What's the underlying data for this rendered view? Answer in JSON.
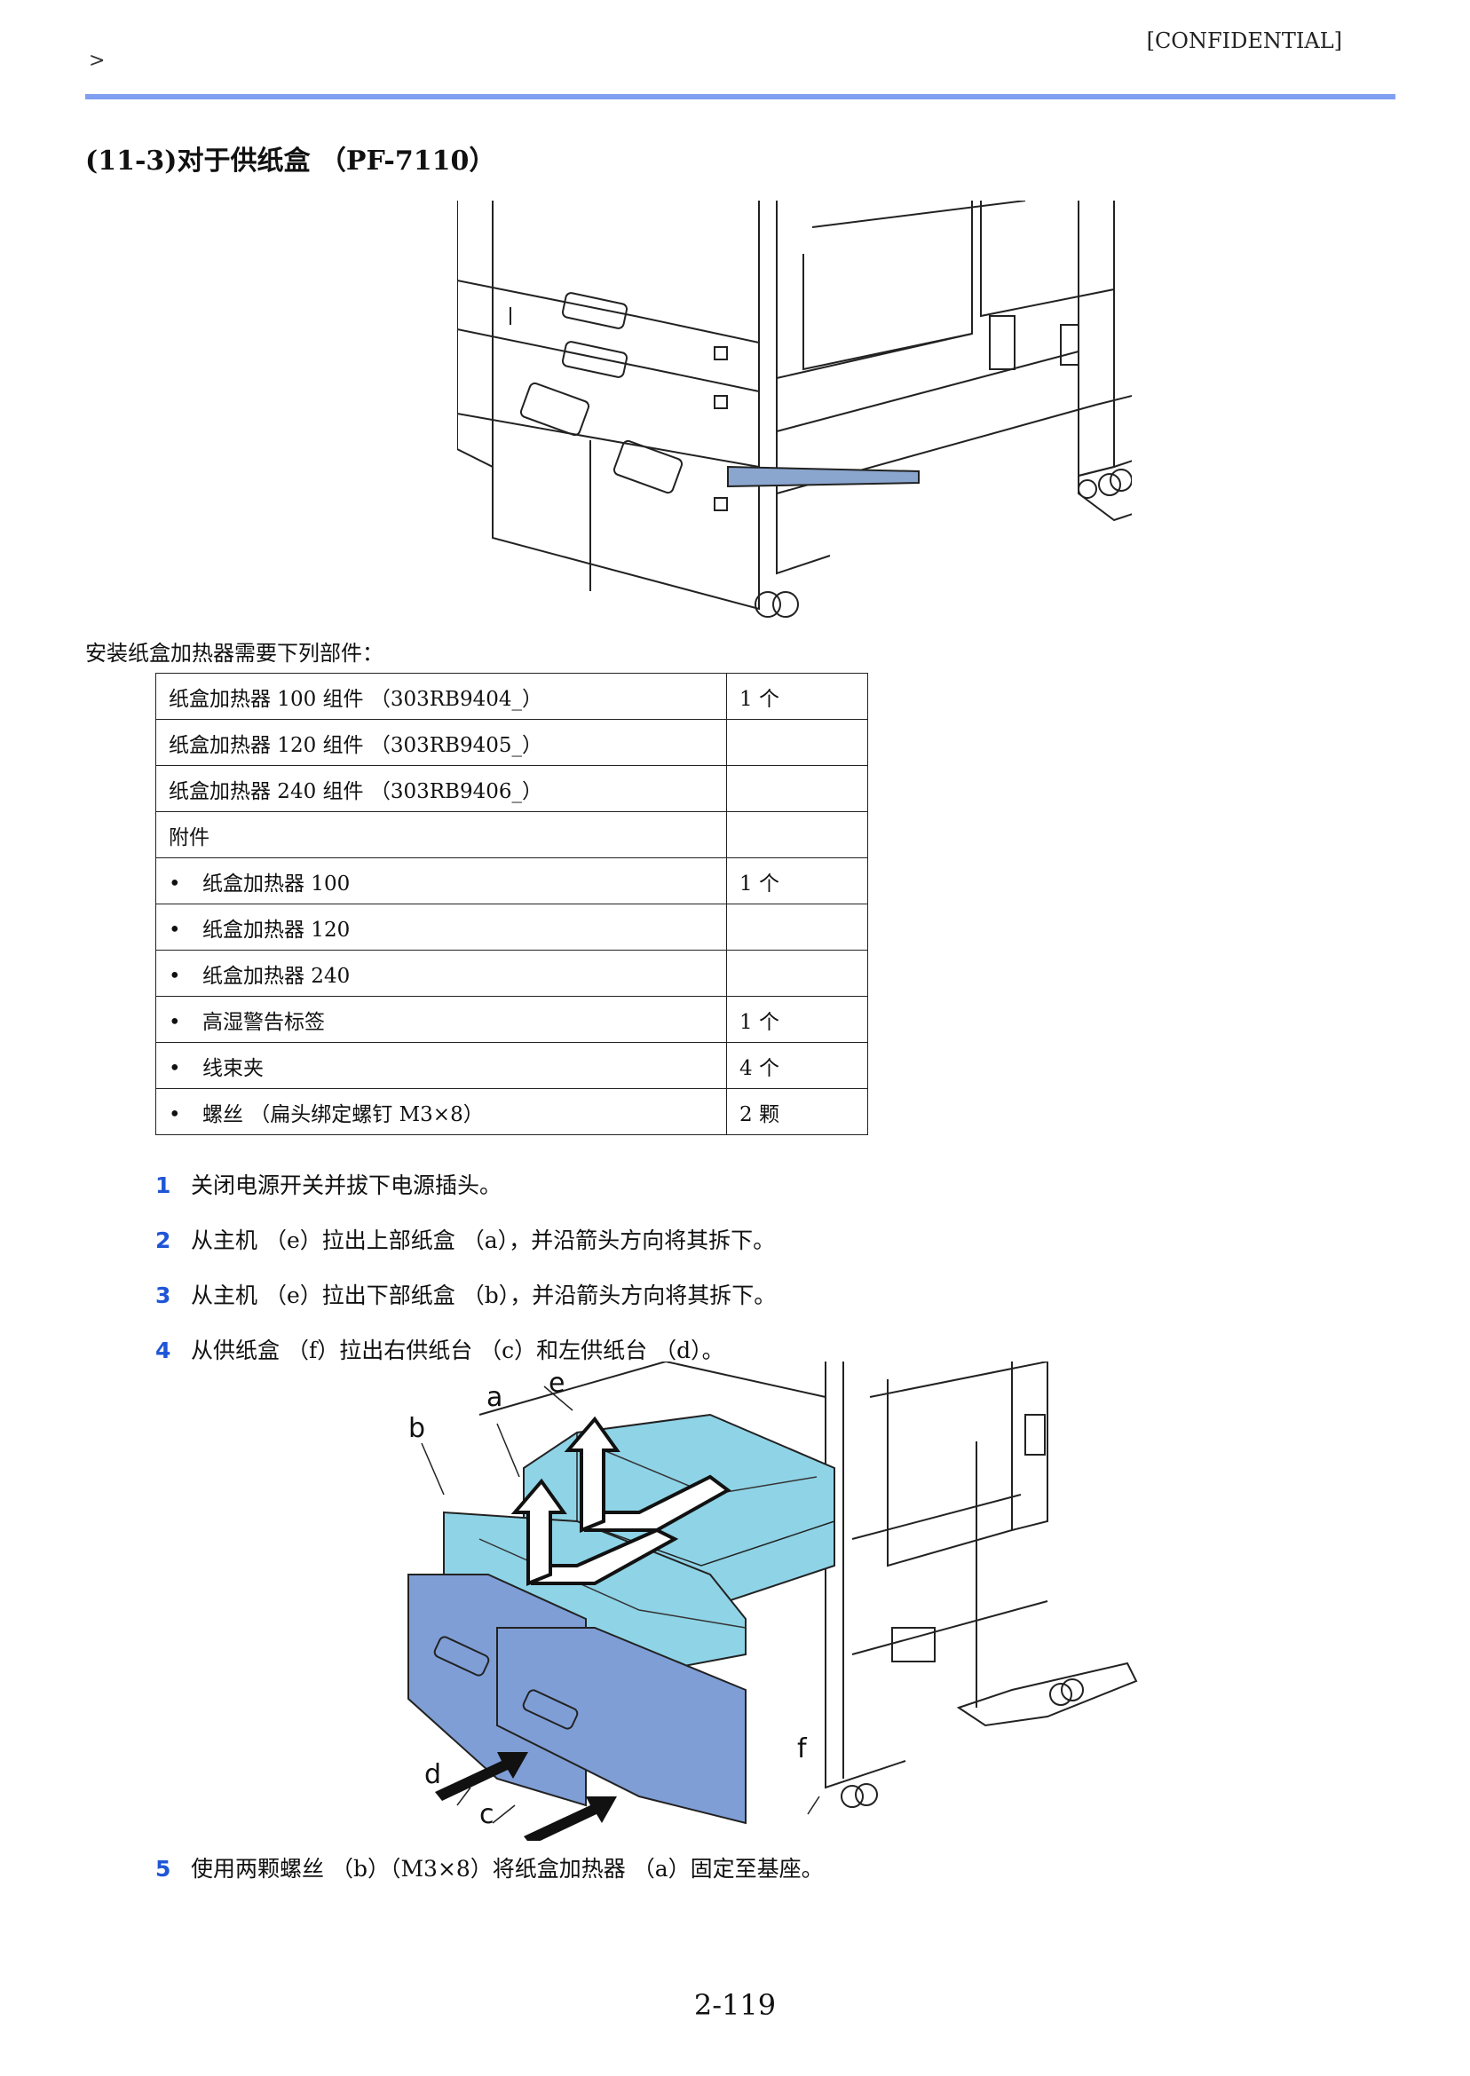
{
  "header": {
    "confidential": "[CONFIDENTIAL]",
    "breadcrumb": ">"
  },
  "title": "(11-3)对于供纸盒 （PF-7110）",
  "intro": "安装纸盒加热器需要下列部件：",
  "parts_table": {
    "rows": [
      {
        "bullet": "",
        "name": "纸盒加热器 100 组件 （303RB9404_）",
        "qty": "1 个"
      },
      {
        "bullet": "",
        "name": "纸盒加热器 120 组件 （303RB9405_）",
        "qty": ""
      },
      {
        "bullet": "",
        "name": "纸盒加热器 240 组件 （303RB9406_）",
        "qty": ""
      },
      {
        "bullet": "",
        "name": "附件",
        "qty": ""
      },
      {
        "bullet": "•",
        "name": "纸盒加热器 100",
        "qty": "1 个"
      },
      {
        "bullet": "•",
        "name": "纸盒加热器 120",
        "qty": ""
      },
      {
        "bullet": "•",
        "name": "纸盒加热器 240",
        "qty": ""
      },
      {
        "bullet": "•",
        "name": "高湿警告标签",
        "qty": "1 个"
      },
      {
        "bullet": "•",
        "name": "线束夹",
        "qty": "4 个"
      },
      {
        "bullet": "•",
        "name": "螺丝 （扁头绑定螺钉 M3×8）",
        "qty": "2 颗"
      }
    ]
  },
  "steps": [
    {
      "num": "1",
      "text": "关闭电源开关并拔下电源插头。"
    },
    {
      "num": "2",
      "text": "从主机 （e）拉出上部纸盒 （a），并沿箭头方向将其拆下。"
    },
    {
      "num": "3",
      "text": "从主机 （e）拉出下部纸盒 （b），并沿箭头方向将其拆下。"
    },
    {
      "num": "4",
      "text": "从供纸盒 （f）拉出右供纸台 （c）和左供纸台 （d）。"
    },
    {
      "num": "5",
      "text": "使用两颗螺丝 （b）（M3×8）将纸盒加热器 （a）固定至基座。"
    }
  ],
  "figure2_labels": {
    "a": "a",
    "b": "b",
    "c": "c",
    "d": "d",
    "e": "e",
    "f": "f"
  },
  "colors": {
    "rule": "#7f9ff0",
    "step_number": "#1f56d6",
    "tray_cyan": "#8fd3e6",
    "tray_blue": "#7f9ed6",
    "heater_bar": "#8aa6cf"
  },
  "page_number": "2-119"
}
